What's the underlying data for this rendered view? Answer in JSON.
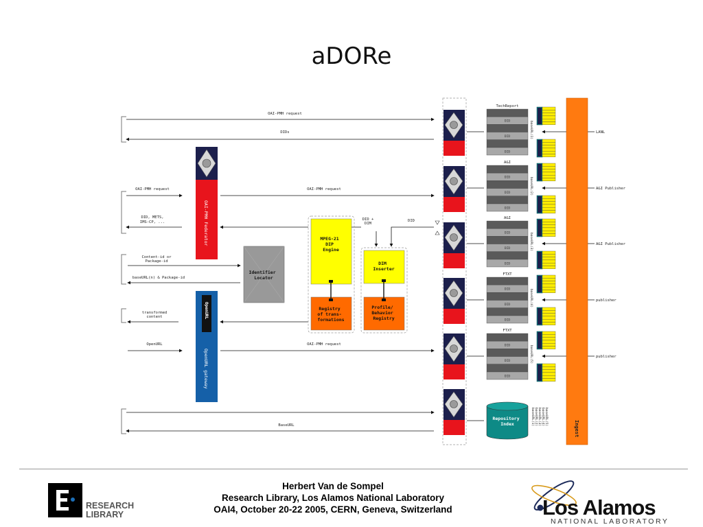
{
  "title": "aDORe",
  "labels": {
    "oai_top": "OAI-PMH request",
    "dids_top": "DIDs",
    "oai_left": "OAI-PMH request",
    "oai_mid": "OAI-PMH request",
    "did_mets_1": "DID, METS,",
    "did_mets_2": "IMS-CP, ...",
    "contentid_1": "Content-id or",
    "contentid_2": "Package-id",
    "baseurl_pkg": "baseURL(n) & Package-id",
    "transformed_1": "transformed",
    "transformed_2": "content",
    "openurl": "OpenURL",
    "oai_bottom": "OAI-PMH request",
    "baseurl_bottom": "BaseURL",
    "did_plus_1": "DID +",
    "did_plus_2": "DIM",
    "did": "DID"
  },
  "components": {
    "federator": "OAI-PMH Federator",
    "openurl_gateway": "OpenURL gateway",
    "openurl_tag": "OpenURL",
    "identifier_1": "Identifier",
    "identifier_2": "Locator",
    "mpeg_1": "MPEG-21",
    "mpeg_2": "DIP",
    "mpeg_3": "Engine",
    "dim_1": "DIM",
    "dim_2": "Inserter",
    "registry_1": "Registry",
    "registry_2": "of trans-",
    "registry_3": "formations",
    "profile_1": "Profile/",
    "profile_2": "Behavior",
    "profile_3": "Registry",
    "repo_1": "Repository",
    "repo_2": "Index",
    "ingest": "Ingest"
  },
  "repositories": [
    {
      "label": "TechReport",
      "source": "LANL",
      "baseurl": "baseURL(1)"
    },
    {
      "label": "A&I",
      "source": "A&I Publisher",
      "baseurl": "baseURL(2)"
    },
    {
      "label": "A&I",
      "source": "A&I Publisher",
      "baseurl": "baseURL(3)"
    },
    {
      "label": "FTXT",
      "source": "publisher",
      "baseurl": "baseURL(4)"
    },
    {
      "label": "FTXT",
      "source": "publisher",
      "baseurl": "baseURL(5)"
    }
  ],
  "did_cell": "DID",
  "repo_index_entries": [
    "baseURL(1)",
    "baseURL(2)",
    "baseURL(3)",
    "baseURL(4)",
    "baseURL(5)"
  ],
  "footer": {
    "line1": "Herbert Van de Sompel",
    "line2": "Research Library, Los Alamos National Laboratory",
    "line3": "OAI4, October 20-22 2005, CERN, Geneva, Switzerland"
  },
  "logos": {
    "rl_line1": "RESEARCH",
    "rl_line2": "LIBRARY",
    "lanl_name": "Los Alamos",
    "lanl_sub": "NATIONAL LABORATORY"
  },
  "colors": {
    "federator_red": "#e8141c",
    "gateway_blue": "#1560a8",
    "navy": "#1c1f4c",
    "mpeg_yellow": "#ffff00",
    "orange": "#ff6a00",
    "ingest_orange": "#ff7a10",
    "repo_teal": "#0e8a86",
    "grey_box": "#999999"
  }
}
